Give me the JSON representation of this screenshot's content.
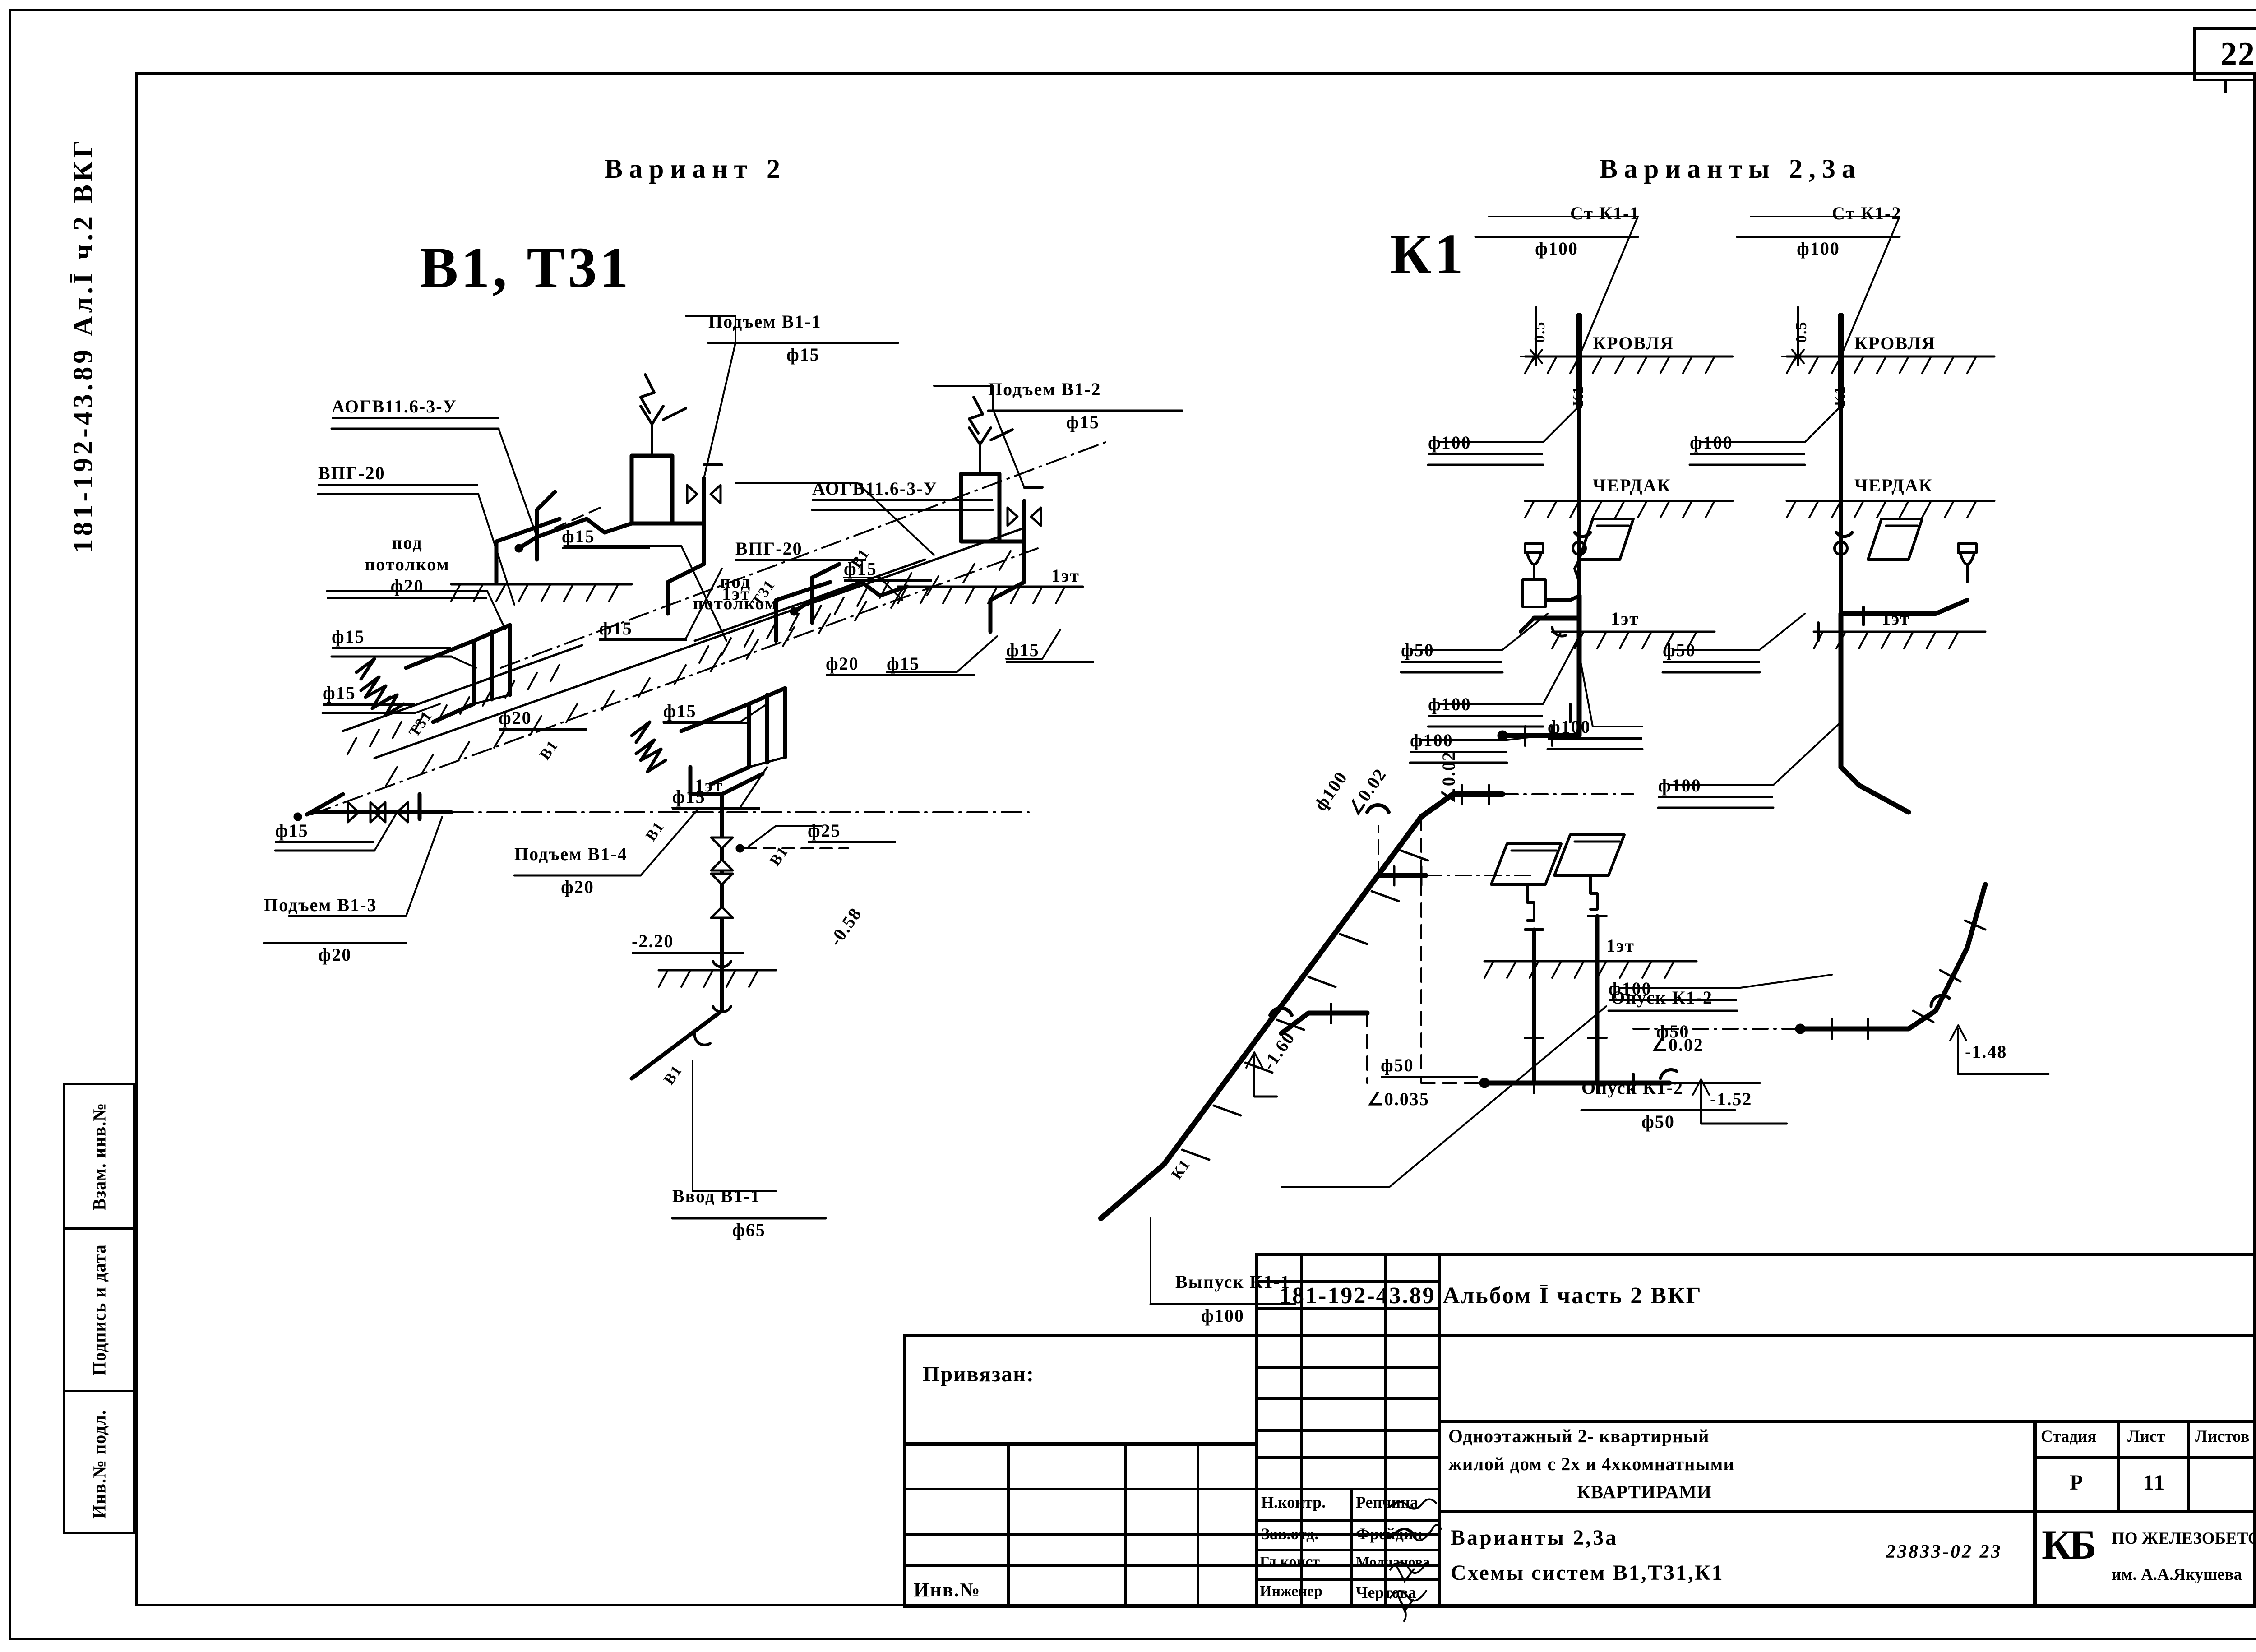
{
  "sheet": {
    "page_number": "22",
    "margin_code": "181-192-43.89  Ал.Ī  ч.2  ВКГ",
    "drawing_number": "23833-02   23",
    "margin_cells": [
      "Взам. инв.№",
      "Подпись и дата",
      "Инв.№ подл."
    ]
  },
  "left_diagram": {
    "header": "Вариант 2",
    "system_title": "В1, Т31",
    "labels": {
      "aogv_1": "АОГВ11.6-3-У",
      "vpg_1": "ВПГ-20",
      "aogv_2": "АОГВ11.6-3-У",
      "vpg_2": "ВПГ-20",
      "pod_potolkom_1": "под\nпотолком",
      "pod_potolkom_2": "под\nпотолком",
      "podyem_v1_1": "Подъем В1-1",
      "podyem_v1_1_d": "ф15",
      "podyem_v1_2": "Подъем В1-2",
      "podyem_v1_2_d": "ф15",
      "podyem_v1_3": "Подъем В1-3",
      "podyem_v1_3_d": "ф20",
      "podyem_v1_4": "Подъем В1-4",
      "podyem_v1_4_d": "ф20",
      "vvod_v1_1": "Ввод В1-1",
      "vvod_v1_1_d": "ф65",
      "elev_220": "-2.20",
      "elev_058": "-0.58",
      "floor_1": "1эт",
      "floor_2": "1эт",
      "floor_3": "1эт",
      "d15_a": "ф15",
      "d15_b": "ф15",
      "d15_c": "ф15",
      "d15_d": "ф15",
      "d15_e": "ф15",
      "d15_f": "ф15",
      "d15_g": "ф15",
      "d15_h": "ф15",
      "d15_i": "ф15",
      "d15_j": "ф15",
      "d20_a": "ф20",
      "d20_b": "ф20",
      "d20_c": "ф20",
      "d25": "ф25",
      "pipe_b1": "В1",
      "pipe_t31": "Т31"
    }
  },
  "right_diagram": {
    "header": "Варианты 2,3а",
    "system_title": "К1",
    "labels": {
      "stack_1": "Ст К1-1",
      "stack_1_d": "ф100",
      "stack_2": "Ст К1-2",
      "stack_2_d": "ф100",
      "height_1": "0.5",
      "height_2": "0.5",
      "roof_1": "КРОВЛЯ",
      "roof_2": "КРОВЛЯ",
      "attic_1": "ЧЕРДАК",
      "attic_2": "ЧЕРДАК",
      "d100_a": "ф100",
      "d100_b": "ф100",
      "d100_c": "ф100",
      "d100_d": "ф100",
      "d100_e": "ф100",
      "d100_f": "ф100",
      "d100_g": "ф100",
      "d100_h": "ф100",
      "d50_a": "ф50",
      "d50_b": "ф50",
      "d50_c": "ф50",
      "floor_1": "1эт",
      "floor_2": "1эт",
      "floor_3": "1эт",
      "slope_1": "∠0.02",
      "slope_2": "∠0.02",
      "slope_3": "∠0.02",
      "slope_4": "∠0.035",
      "elev_160": "-1.60",
      "elev_148": "-1.48",
      "elev_152": "-1.52",
      "vypusk": "Выпуск К1-1",
      "vypusk_d": "ф100",
      "opusk_1": "Опуск К1-2",
      "opusk_1_d": "ф50",
      "opusk_2": "Опуск К1-2",
      "opusk_2_d": "ф50",
      "pipe_k1_a": "К1",
      "pipe_k1_b": "К1",
      "pipe_k1_c": "К1"
    }
  },
  "title_block": {
    "project_code": "181-192-43.89  Альбом Ī  часть 2  ВКГ",
    "binding_label": "Привязан:",
    "inv_label": "Инв.№",
    "object_name_line1": "Одноэтажный 2- квартирный",
    "object_name_line2": "жилой дом с 2х и 4хкомнатными",
    "object_name_line3": "КВАРТИРАМИ",
    "drawing_name_line1": "Варианты 2,3а",
    "drawing_name_line2": "Схемы систем  В1,Т31,К1",
    "col_stage": "Стадия",
    "col_sheet": "Лист",
    "col_sheets": "Листов",
    "val_stage": "Р",
    "val_sheet": "11",
    "val_sheets": "",
    "org_logo": "КБ",
    "org_line1": "ПО ЖЕЛЕЗОБЕТОНУ",
    "org_line2": "им. А.А.Якушева",
    "roles": [
      {
        "role": "Н.контр.",
        "name": "Репчина"
      },
      {
        "role": "Зав.отд.",
        "name": "Фрейдин"
      },
      {
        "role": "Гл.конст.",
        "name": "Молчанова"
      },
      {
        "role": "Инженер",
        "name": "Чертова"
      }
    ]
  }
}
